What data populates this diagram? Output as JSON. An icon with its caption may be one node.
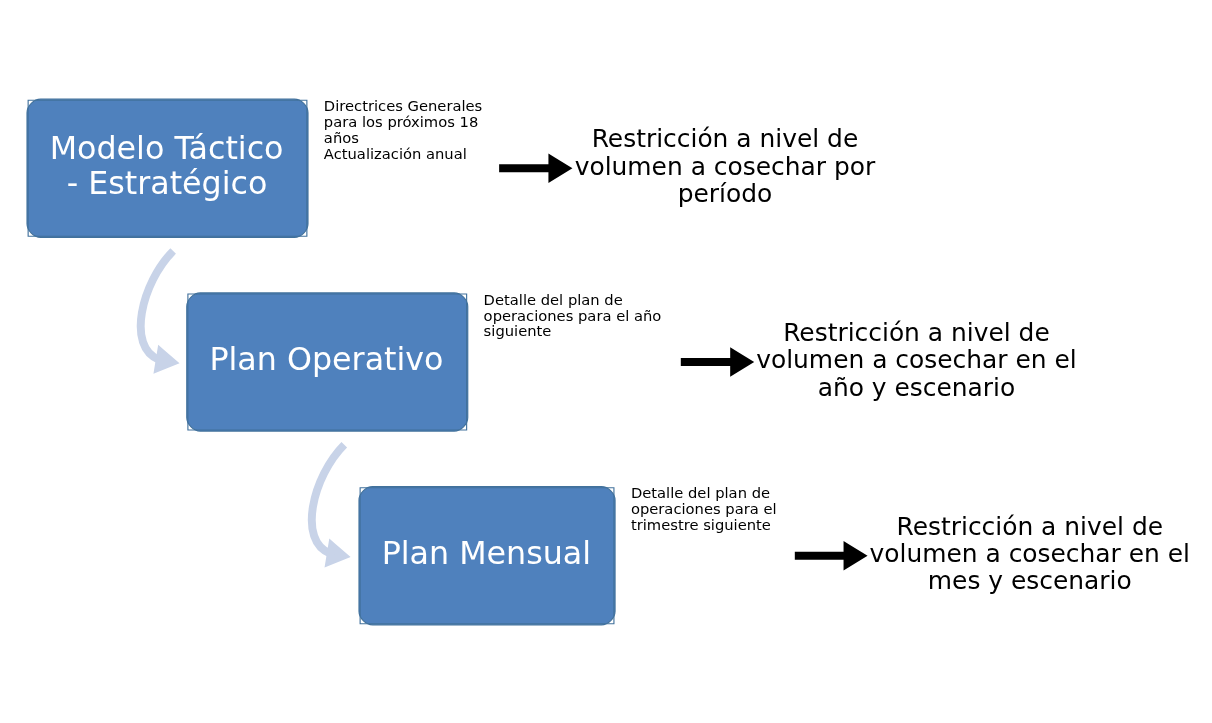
{
  "diagram": {
    "nodes": [
      {
        "text": [
          "Modelo Táctico - Estratégico"
        ],
        "beside": [
          "Directrices Generales para los próximos 18 años",
          "Actualización anual"
        ]
      },
      {
        "text": [
          "Restricción a nivel de volumen a cosechar por período"
        ]
      },
      {
        "text": [
          "Plan Operativo"
        ],
        "beside": [
          "Detalle del plan de operaciones para el año siguiente"
        ]
      },
      {
        "text": [
          "Restricción a nivel de volumen a cosechar en el año y escenario"
        ]
      },
      {
        "text": [
          "Plan Mensual"
        ],
        "beside": [
          "Detalle del plan de operaciones para el trimestre siguiente"
        ]
      },
      {
        "text": [
          "Restricción a nivel de volumen a cosechar en el mes y escenario"
        ]
      }
    ],
    "edges": [
      {
        "from": 0,
        "to": 2,
        "arrow": "to",
        "color": "#c8d3e8"
      },
      {
        "from": 2,
        "to": 4,
        "arrow": "to",
        "color": "#c8d3e8"
      },
      {
        "from": 0,
        "to": 1,
        "arrow": "to"
      },
      {
        "from": 2,
        "to": 3,
        "arrow": "to"
      },
      {
        "from": 4,
        "to": 5,
        "arrow": "to"
      }
    ]
  }
}
